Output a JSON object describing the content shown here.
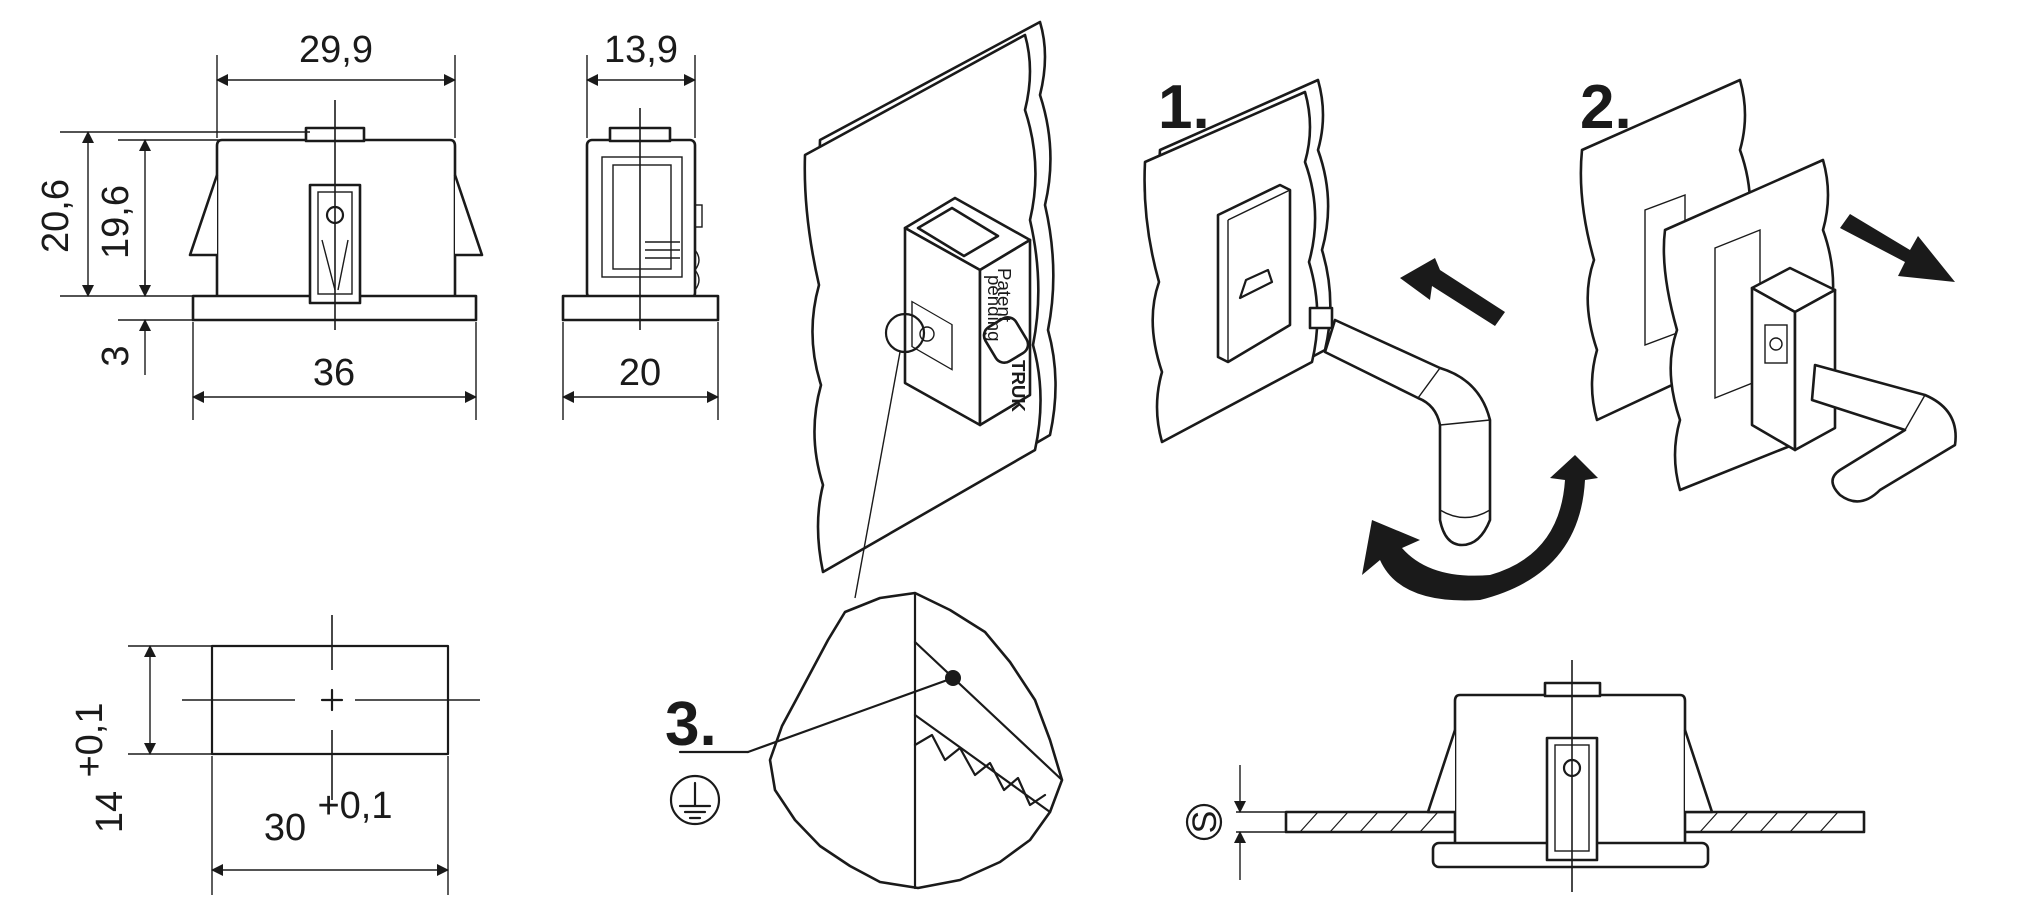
{
  "front_view": {
    "width_top": "29,9",
    "height_outer": "20,6",
    "height_inner": "19,6",
    "flange_thickness": "3",
    "width_base": "36"
  },
  "side_view": {
    "depth_top": "13,9",
    "depth_base": "20"
  },
  "cutout": {
    "height": "14",
    "height_tol": "+0,1",
    "width": "30",
    "width_tol": "+0,1"
  },
  "steps": {
    "step1": "1.",
    "step2": "2.",
    "step3": "3."
  },
  "housing_label": {
    "line1": "Patent",
    "line2": "pending",
    "line3": "TRUK"
  },
  "section": {
    "thickness_symbol": "S"
  },
  "icons": [
    "earth-ground-icon",
    "insert-arrow-icon",
    "rotate-arrow-icon",
    "pull-arrow-icon"
  ]
}
